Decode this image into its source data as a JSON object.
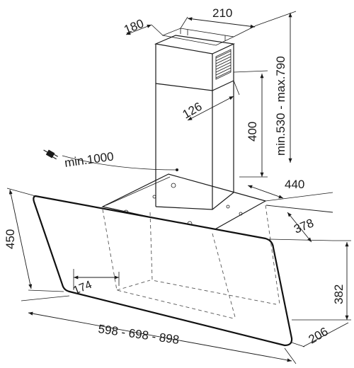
{
  "dimensions": {
    "chimney_depth": "180",
    "chimney_width": "210",
    "chimney_height_range": "min.530 - max.790",
    "vent_outlet": "126",
    "chimney_lower": "400",
    "cable_length": "min.1000",
    "hood_depth_top": "440",
    "mount_depth": "378",
    "hood_height": "450",
    "glass_height": "382",
    "mount_offset": "174",
    "hood_width_options": "598 - 698 - 898",
    "bottom_depth": "206"
  },
  "icons": {
    "power_plug": "plug-icon"
  }
}
